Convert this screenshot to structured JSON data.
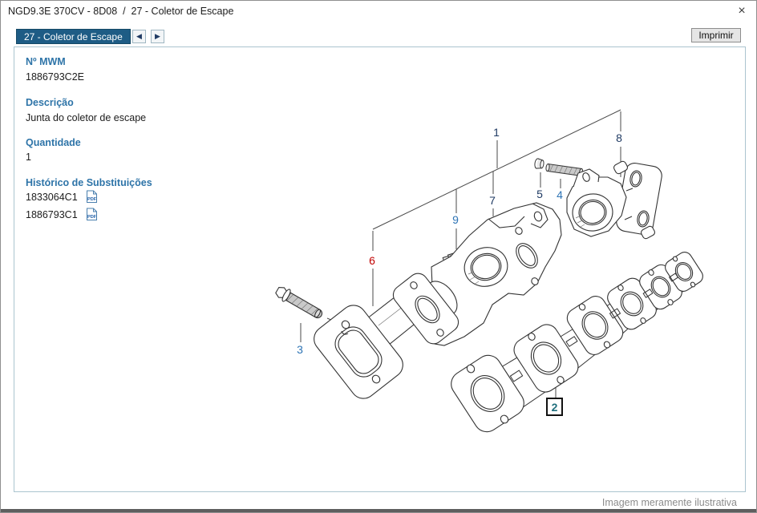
{
  "window": {
    "title": "NGD9.3E 370CV - 8D08  /  27 - Coletor de Escape",
    "close_icon": "×"
  },
  "toolbar": {
    "badge_label": "27 - Coletor de Escape",
    "prev_icon": "◀",
    "next_icon": "▶",
    "print_label": "Imprimir"
  },
  "info": {
    "fields": [
      {
        "label": "Nº MWM",
        "value": "1886793C2E"
      },
      {
        "label": "Descrição",
        "value": "Junta do coletor de escape"
      },
      {
        "label": "Quantidade",
        "value": "1"
      }
    ],
    "history": {
      "label": "Histórico de Substituições",
      "items": [
        {
          "code": "1833064C1",
          "pdf_label": "PDF"
        },
        {
          "code": "1886793C1",
          "pdf_label": "PDF"
        }
      ]
    }
  },
  "diagram": {
    "callouts": [
      {
        "label": "1"
      },
      {
        "label": "2"
      },
      {
        "label": "3"
      },
      {
        "label": "4"
      },
      {
        "label": "5"
      },
      {
        "label": "6"
      },
      {
        "label": "7"
      },
      {
        "label": "8"
      },
      {
        "label": "9"
      }
    ],
    "caption": "Imagem meramente ilustrativa"
  },
  "colors": {
    "badge_bg": "#1E5C85",
    "heading_blue": "#2E74A8",
    "callout_navy": "#1F3A63",
    "callout_blue": "#2E74B5",
    "callout_red": "#C00000",
    "callout_teal": "#1F6F7D"
  }
}
